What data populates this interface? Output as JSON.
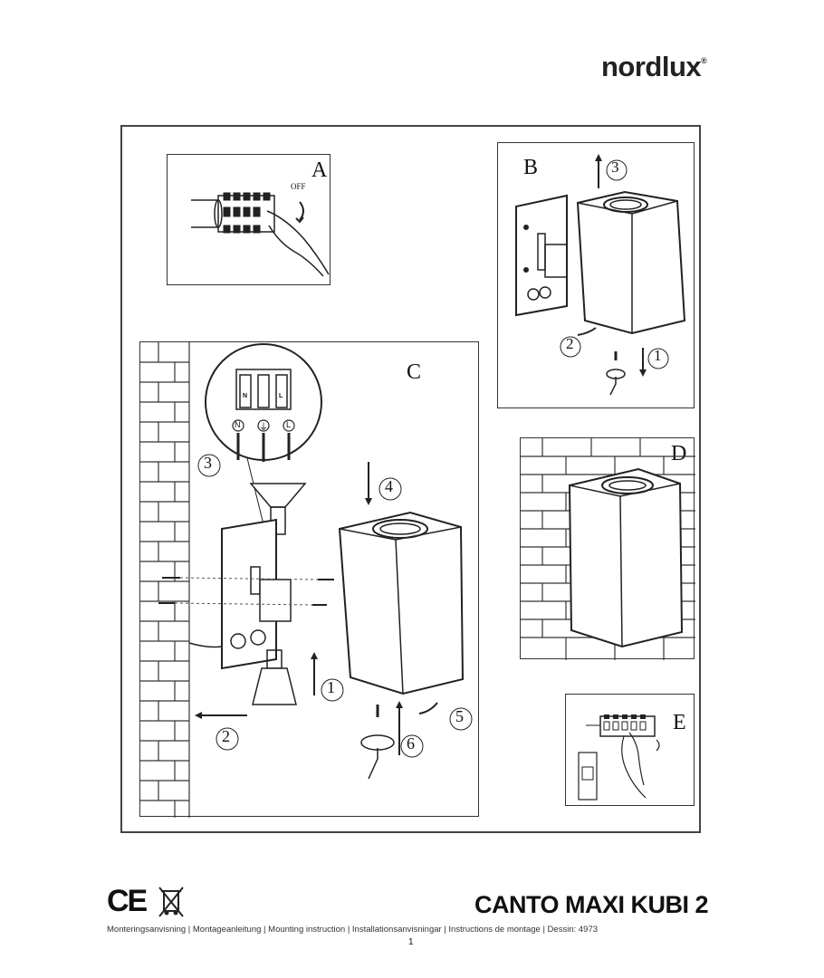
{
  "brand": {
    "logo_text": "nordlux",
    "reg_mark": "®"
  },
  "panels": {
    "a": {
      "label": "A",
      "off_text": "OFF"
    },
    "b": {
      "label": "B",
      "steps": [
        "3",
        "2",
        "1"
      ]
    },
    "c": {
      "label": "C",
      "steps": [
        "3",
        "4",
        "1",
        "2",
        "5",
        "6"
      ],
      "terminals": [
        "N",
        "⏚",
        "L"
      ],
      "wires": [
        "N",
        "L"
      ]
    },
    "d": {
      "label": "D"
    },
    "e": {
      "label": "E"
    }
  },
  "footer": {
    "ce_mark": "CE",
    "weee_icon": "crossed-out-bin-icon",
    "product_title": "CANTO MAXI KUBI 2",
    "languages_line": "Monteringsanvisning | Montageanleitung | Mounting instruction | Installationsanvisningar | Instructions de montage | Dessin: 4973",
    "page_number": "1"
  }
}
